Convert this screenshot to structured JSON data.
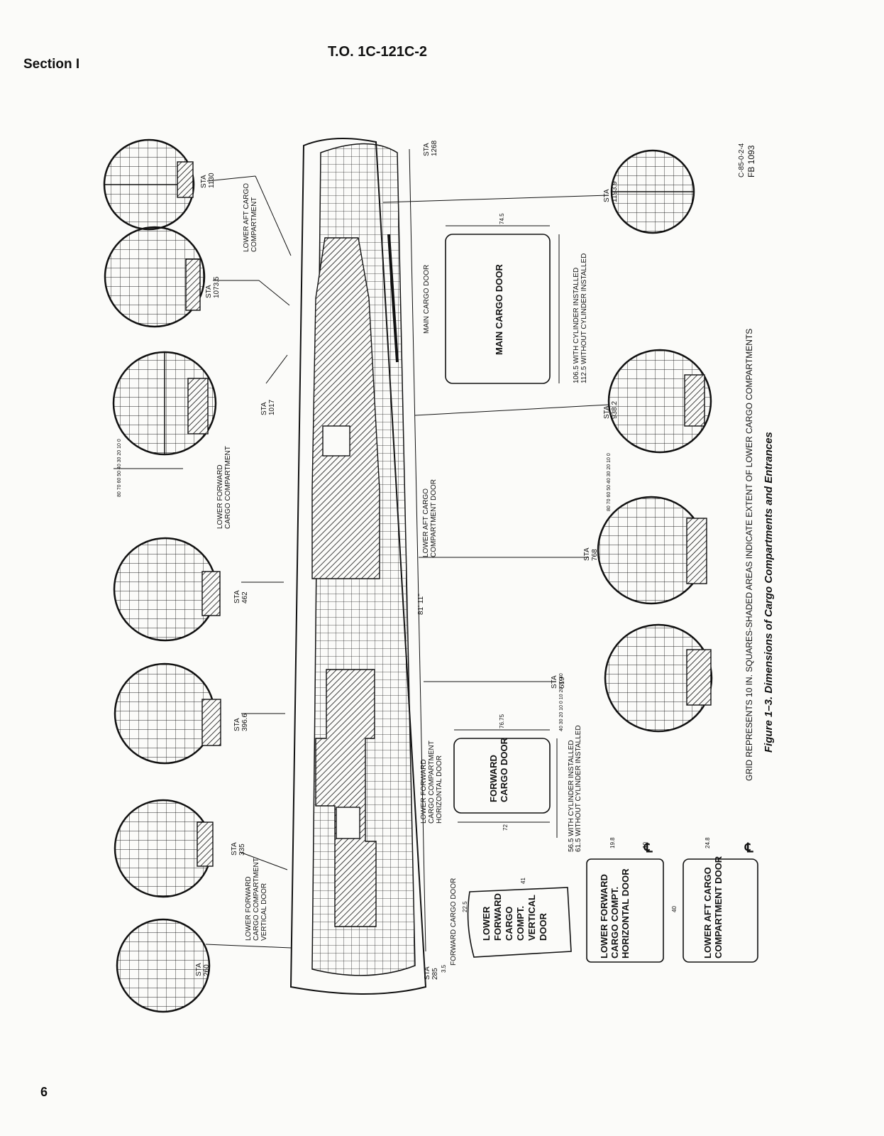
{
  "header": {
    "section": "Section I",
    "doc_id": "T.O. 1C-121C-2",
    "page_number": "6"
  },
  "figure": {
    "caption": "Figure 1–3. Dimensions of Cargo Compartments and Entrances",
    "grid_note": "GRID REPRESENTS 10 IN. SQUARES-SHADED AREAS INDICATE EXTENT OF LOWER CARGO COMPARTMENTS",
    "ref_codes": [
      "C-85-0-2-4",
      "FB 1093"
    ],
    "overall_length": "81' 11\"",
    "stations_top": [
      {
        "sta": "STA\n260"
      },
      {
        "sta": "STA\n335"
      },
      {
        "sta": "STA\n396.6"
      },
      {
        "sta": "STA\n462"
      },
      {
        "sta": "STA\n1017"
      },
      {
        "sta": "STA\n1073.5"
      },
      {
        "sta": "STA\n1130"
      }
    ],
    "stations_bottom": [
      {
        "sta": "STA\n285"
      },
      {
        "sta": "STA\n619"
      },
      {
        "sta": "STA\n768"
      },
      {
        "sta": "STA\n938.2"
      },
      {
        "sta": "STA\n1193.9"
      },
      {
        "sta": "STA\n1268"
      }
    ],
    "callouts": {
      "lower_fwd_vertical_door": "LOWER FORWARD CARGO COMPARTMENT VERTICAL DOOR",
      "lower_fwd_compartment": "LOWER FORWARD CARGO COMPARTMENT",
      "lower_aft_compartment": "LOWER AFT CARGO COMPARTMENT",
      "lower_fwd_horizontal_door": "LOWER FORWARD CARGO COMPARTMENT HORIZONTAL DOOR",
      "lower_aft_compartment_door": "LOWER AFT CARGO COMPARTMENT DOOR",
      "main_cargo_door": "MAIN CARGO DOOR",
      "forward_cargo_door": "FORWARD CARGO DOOR"
    },
    "doors": {
      "main": {
        "label": "MAIN CARGO DOOR",
        "width": "74.5",
        "height_with_cyl": "106.5 WITH CYLINDER INSTALLED",
        "height_without_cyl": "112.5 WITHOUT CYLINDER INSTALLED"
      },
      "forward": {
        "label": "FORWARD CARGO DOOR",
        "width_top": "76.75",
        "width_bottom": "72",
        "height_with_cyl": "56.5 WITH CYLINDER INSTALLED",
        "height_without_cyl": "61.5 WITHOUT CYLINDER INSTALLED"
      },
      "lower_fwd_vertical": {
        "label": "LOWER FORWARD CARGO COMPT. VERTICAL DOOR",
        "dim_22_5": "22.5",
        "dim_41": "41",
        "dim_3_5": "3.5"
      },
      "lower_fwd_horizontal": {
        "label": "LOWER FORWARD CARGO COMPT. HORIZONTAL DOOR",
        "dim_19_8": "19.8",
        "dim_10": "10"
      },
      "lower_aft": {
        "label": "LOWER AFT CARGO COMPARTMENT DOOR",
        "dim_24_8": "24.8",
        "dim_40": "40"
      }
    },
    "scale_left": [
      "80",
      "70",
      "60",
      "50",
      "40",
      "30",
      "20",
      "10",
      "0"
    ],
    "scale_cross": [
      "40",
      "30",
      "20",
      "10",
      "0",
      "10",
      "20",
      "30",
      "40"
    ],
    "scale_right": [
      "80",
      "70",
      "60",
      "50",
      "40",
      "30",
      "20",
      "10",
      "0"
    ],
    "centerline_symbol": "℄"
  }
}
